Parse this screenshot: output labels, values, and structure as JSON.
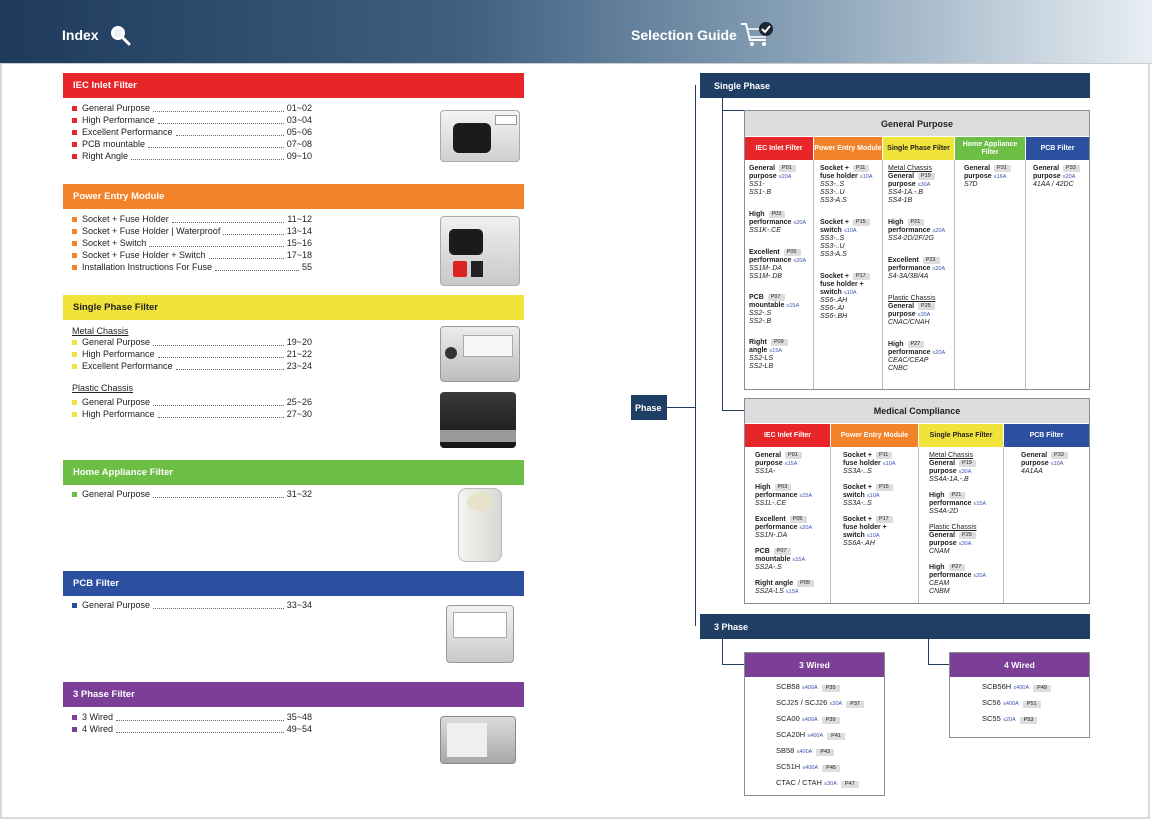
{
  "header": {
    "index_title": "Index",
    "guide_title": "Selection Guide"
  },
  "colors": {
    "iec": "#e8262a",
    "pem": "#f2832b",
    "spf": "#f0e43a",
    "home": "#6cbe45",
    "pcb": "#2d4fa0",
    "three": "#7b3f98",
    "navy": "#1f3e63"
  },
  "index": {
    "iec": {
      "title": "IEC Inlet Filter",
      "items": [
        {
          "t": "General Purpose",
          "p": "01~02"
        },
        {
          "t": "High Performance",
          "p": "03~04"
        },
        {
          "t": "Excellent Performance",
          "p": "05~06"
        },
        {
          "t": "PCB mountable",
          "p": "07~08"
        },
        {
          "t": "Right Angle",
          "p": "09~10"
        }
      ]
    },
    "pem": {
      "title": "Power Entry Module",
      "items": [
        {
          "t": "Socket + Fuse Holder",
          "p": "11~12"
        },
        {
          "t": "Socket + Fuse Holder | Waterproof",
          "p": "13~14"
        },
        {
          "t": "Socket + Switch",
          "p": "15~16"
        },
        {
          "t": "Socket + Fuse Holder + Switch",
          "p": "17~18"
        },
        {
          "t": "Installation Instructions For Fuse",
          "p": "55"
        }
      ]
    },
    "spf": {
      "title": "Single Phase Filter",
      "metal": "Metal Chassis",
      "metal_items": [
        {
          "t": "General Purpose",
          "p": "19~20"
        },
        {
          "t": "High Performance",
          "p": "21~22"
        },
        {
          "t": "Excellent Performance",
          "p": "23~24"
        }
      ],
      "plastic": "Plastic Chassis",
      "plastic_items": [
        {
          "t": "General Purpose",
          "p": "25~26"
        },
        {
          "t": "High Performance",
          "p": "27~30"
        }
      ]
    },
    "home": {
      "title": "Home Appliance Filter",
      "items": [
        {
          "t": "General Purpose",
          "p": "31~32"
        }
      ]
    },
    "pcb": {
      "title": "PCB Filter",
      "items": [
        {
          "t": "General Purpose",
          "p": "33~34"
        }
      ]
    },
    "three": {
      "title": "3 Phase Filter",
      "items": [
        {
          "t": "3 Wired",
          "p": "35~48"
        },
        {
          "t": "4 Wired",
          "p": "49~54"
        }
      ]
    }
  },
  "guide": {
    "phase": "Phase",
    "single": "Single Phase",
    "three": "3 Phase",
    "gp": {
      "title": "General Purpose",
      "cols": [
        "IEC Inlet Filter",
        "Power Entry Module",
        "Single Phase Filter",
        "Home Appliance Filter",
        "PCB Filter"
      ]
    },
    "mc": {
      "title": "Medical Compliance",
      "cols": [
        "IEC Inlet Filter",
        "Power Entry Module",
        "Single Phase Filter",
        "PCB Filter"
      ]
    },
    "wired3": {
      "title": "3 Wired",
      "items": [
        {
          "n": "SCB58",
          "c": "≤400A",
          "p": "P35"
        },
        {
          "n": "SCJ25 / SCJ26",
          "c": "≤30A",
          "p": "P37"
        },
        {
          "n": "SCA00",
          "c": "≤400A",
          "p": "P39"
        },
        {
          "n": "SCA20H",
          "c": "≤400A",
          "p": "P41"
        },
        {
          "n": "SB58",
          "c": "≤400A",
          "p": "P43"
        },
        {
          "n": "SC51H",
          "c": "≤400A",
          "p": "P45"
        },
        {
          "n": "CTAC / CTAH",
          "c": "≤30A",
          "p": "P47"
        }
      ]
    },
    "wired4": {
      "title": "4 Wired",
      "items": [
        {
          "n": "SCB56H",
          "c": "≤400A",
          "p": "P49"
        },
        {
          "n": "SC56",
          "c": "≤400A",
          "p": "P51"
        },
        {
          "n": "SC55",
          "c": "≤20A",
          "p": "P53"
        }
      ]
    }
  }
}
